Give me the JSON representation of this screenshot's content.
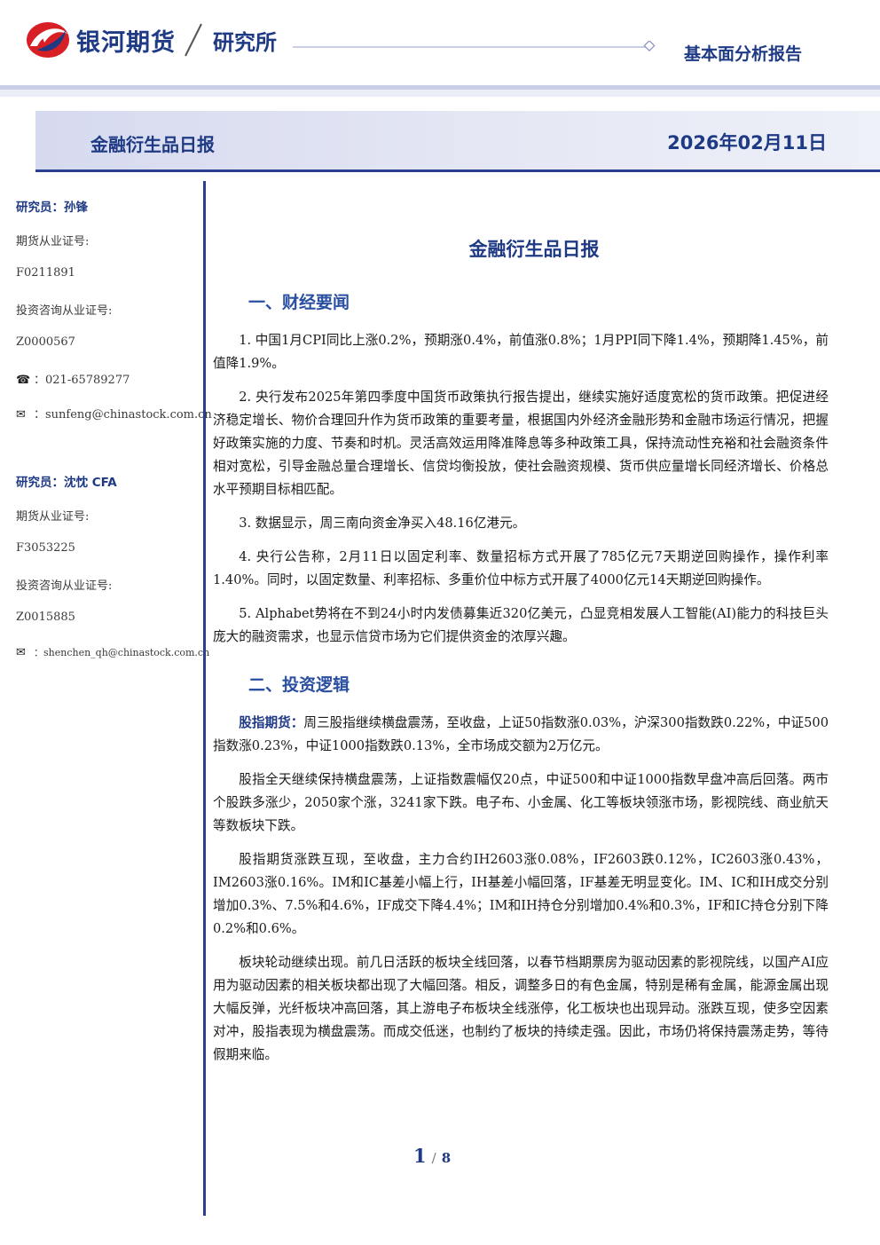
{
  "header": {
    "brand": "银河期货",
    "institute": "研究所",
    "report_type": "基本面分析报告",
    "accent": "#1f3a85",
    "logo_red": "#d71f26"
  },
  "title_bar": {
    "name": "金融衍生品日报",
    "date": "2026年02月11日"
  },
  "sidebar": {
    "analysts": [
      {
        "name": "研究员：孙锋",
        "license_label": "期货从业证号:",
        "license": "F0211891",
        "consult_label": "投资咨询从业证号:",
        "consult": "Z0000567",
        "phone_icon": "phone-icon",
        "phone": "：021-65789277",
        "email_icon": "mail-icon",
        "email": "：sunfeng@chinastock.com.cn"
      },
      {
        "name": "研究员：沈忱  CFA",
        "license_label": "期货从业证号:",
        "license": "F3053225",
        "consult_label": "投资咨询从业证号:",
        "consult": "Z0015885",
        "email_icon": "mail-icon",
        "email": "：shenchen_qh@chinastock.com.cn"
      }
    ]
  },
  "main": {
    "doc_title": "金融衍生品日报",
    "section1_title": "一、财经要闻",
    "news": [
      "1. 中国1月CPI同比上涨0.2%，预期涨0.4%，前值涨0.8%；1月PPI同下降1.4%，预期降1.45%，前值降1.9%。",
      "2. 央行发布2025年第四季度中国货币政策执行报告提出，继续实施好适度宽松的货币政策。把促进经济稳定增长、物价合理回升作为货币政策的重要考量，根据国内外经济金融形势和金融市场运行情况，把握好政策实施的力度、节奏和时机。灵活高效运用降准降息等多种政策工具，保持流动性充裕和社会融资条件相对宽松，引导金融总量合理增长、信贷均衡投放，使社会融资规模、货币供应量增长同经济增长、价格总水平预期目标相匹配。",
      "3. 数据显示，周三南向资金净买入48.16亿港元。",
      "4. 央行公告称，2月11日以固定利率、数量招标方式开展了785亿元7天期逆回购操作，操作利率1.40%。同时，以固定数量、利率招标、多重价位中标方式开展了4000亿元14天期逆回购操作。",
      "5. Alphabet势将在不到24小时内发债募集近320亿美元，凸显竞相发展人工智能(AI)能力的科技巨头庞大的融资需求，也显示信贷市场为它们提供资金的浓厚兴趣。"
    ],
    "section2_title": "二、投资逻辑",
    "logic_lead": "股指期货：",
    "logic_lead_text": "周三股指继续横盘震荡，至收盘，上证50指数涨0.03%，沪深300指数跌0.22%，中证500指数涨0.23%，中证1000指数跌0.13%，全市场成交额为2万亿元。",
    "logic": [
      "股指全天继续保持横盘震荡，上证指数震幅仅20点，中证500和中证1000指数早盘冲高后回落。两市个股跌多涨少，2050家个涨，3241家下跌。电子布、小金属、化工等板块领涨市场，影视院线、商业航天等数板块下跌。",
      "股指期货涨跌互现，至收盘，主力合约IH2603涨0.08%，IF2603跌0.12%，IC2603涨0.43%，IM2603涨0.16%。IM和IC基差小幅上行，IH基差小幅回落，IF基差无明显变化。IM、IC和IH成交分别增加0.3%、7.5%和4.6%，IF成交下降4.4%；IM和IH持仓分别增加0.4%和0.3%，IF和IC持仓分别下降0.2%和0.6%。",
      "板块轮动继续出现。前几日活跃的板块全线回落，以春节档期票房为驱动因素的影视院线，以国产AI应用为驱动因素的相关板块都出现了大幅回落。相反，调整多日的有色金属，特别是稀有金属，能源金属出现大幅反弹，光纤板块冲高回落，其上游电子布板块全线涨停，化工板块也出现异动。涨跌互现，使多空因素对冲，股指表现为横盘震荡。而成交低迷，也制约了板块的持续走强。因此，市场仍将保持震荡走势，等待假期来临。"
    ]
  },
  "pager": {
    "current": "1",
    "sep": "/",
    "total": "8"
  }
}
